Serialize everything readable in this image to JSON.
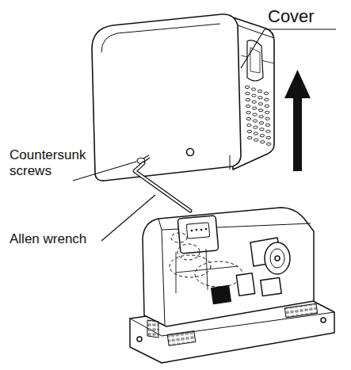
{
  "diagram": {
    "labels": [
      "Cover",
      "Countersunk screws",
      "Allen wrench"
    ]
  }
}
